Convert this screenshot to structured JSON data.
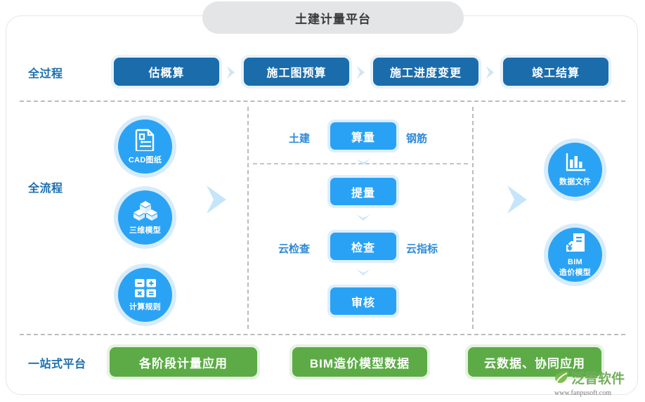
{
  "header": {
    "title": "土建计量平台"
  },
  "rows": {
    "process_label": "全过程",
    "flow_label": "全流程",
    "platform_label": "一站式平台"
  },
  "process_stages": [
    {
      "label": "估概算"
    },
    {
      "label": "施工图预算"
    },
    {
      "label": "施工进度变更"
    },
    {
      "label": "竣工结算"
    }
  ],
  "inputs": [
    {
      "label": "CAD图纸",
      "icon": "cad-document-icon"
    },
    {
      "label": "三维模型",
      "icon": "cubes-3d-icon"
    },
    {
      "label": "计算规则",
      "icon": "calculator-icon"
    }
  ],
  "middle": {
    "left_labels": {
      "top": "土建",
      "bottom": "云检查"
    },
    "right_labels": {
      "top": "钢筋",
      "bottom": "云指标"
    },
    "steps": [
      {
        "label": "算量"
      },
      {
        "label": "提量"
      },
      {
        "label": "检查"
      },
      {
        "label": "审核"
      }
    ]
  },
  "outputs": [
    {
      "label": "数据文件",
      "label2": "",
      "icon": "bar-chart-icon"
    },
    {
      "label": "BIM",
      "label2": "造价模型",
      "icon": "cost-building-icon"
    }
  ],
  "platform_items": [
    {
      "label": "各阶段计量应用"
    },
    {
      "label": "BIM造价模型数据"
    },
    {
      "label": "云数据、协同应用"
    }
  ],
  "watermark": {
    "brand": "泛普软件",
    "url": "www.fanpusoft.com"
  },
  "colors": {
    "title_pill": "#e4e5e6",
    "dark_blue": "#1b6cab",
    "bright_blue": "#29a2f5",
    "green": "#5cab47",
    "label_blue": "#1b6fb0",
    "dash_gray": "#b9bcc0",
    "chevron_light": "#c6e5fa"
  }
}
